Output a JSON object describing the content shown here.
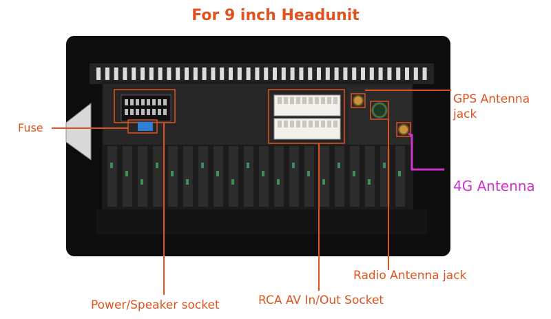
{
  "title": "For 9 inch Headunit",
  "labels": {
    "fuse": "Fuse",
    "gps_line1": "GPS Antenna",
    "gps_line2": "jack",
    "antenna_4g": "4G Antenna",
    "radio": "Radio Antenna jack",
    "power": "Power/Speaker socket",
    "rca": "RCA AV In/Out Socket"
  },
  "colors": {
    "callout": "#e0531f",
    "antenna_4g": "#cc33cc",
    "panel": "#1b1b1b",
    "frame": "#0d0d0d",
    "connector": "#f2f0ea",
    "antenna_jack": "#c8923e"
  }
}
